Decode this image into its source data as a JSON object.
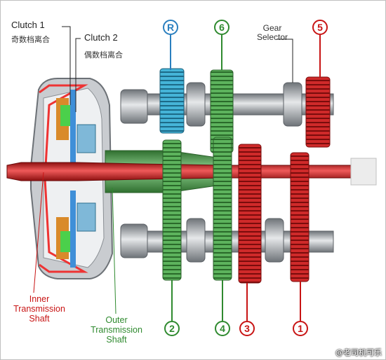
{
  "labels": {
    "clutch1": "Clutch 1",
    "clutch1_cn": "奇数档离合",
    "clutch2": "Clutch 2",
    "clutch2_cn": "偶数档离合",
    "gear_selector_line1": "Gear",
    "gear_selector_line2": "Selector",
    "inner_line1": "Inner",
    "inner_line2": "Transmission",
    "inner_line3": "Shaft",
    "outer_line1": "Outer",
    "outer_line2": "Transmission",
    "outer_line3": "Shaft"
  },
  "gear_markers": {
    "reverse": "R",
    "six": "6",
    "five": "5",
    "two": "2",
    "four": "4",
    "three": "3",
    "one": "1"
  },
  "watermark": "@老司机可乐",
  "colors": {
    "odd_shaft_red": "#d42a2a",
    "even_shaft_green": "#4fa84f",
    "reverse_blue": "#3aa6c8",
    "housing_gray": "#9aa0a6",
    "label_red": "#c81414",
    "label_green": "#2f8a2f",
    "marker_blue": "#2a7fbf"
  }
}
